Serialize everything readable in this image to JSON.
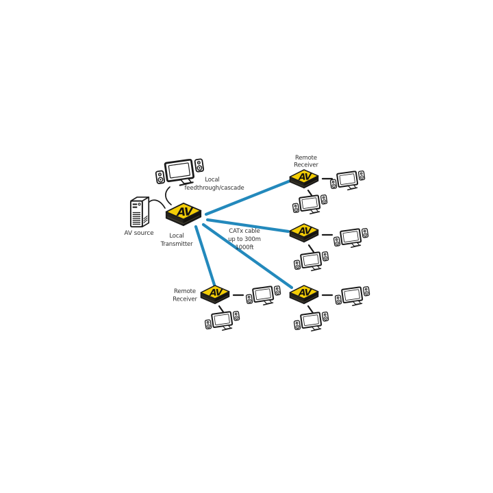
{
  "diagram": {
    "type": "network-topology",
    "branding": {
      "logo": "AV"
    },
    "source": {
      "label": "AV source",
      "device": "computer-tower"
    },
    "feedthrough": {
      "line1": "Local",
      "line2": "feedthrough/cascade",
      "device": "monitor-with-speakers"
    },
    "transmitter": {
      "line1": "Local",
      "line2": "Transmitter",
      "device": "av-extender-box"
    },
    "cable_note": {
      "line1": "CATx cable",
      "line2": "up to 300m",
      "line3": "1000ft"
    },
    "receiver_label": {
      "line1": "Remote",
      "line2": "Receiver"
    },
    "receivers": [
      {
        "position": "top-right",
        "labeled": true,
        "displays": 2
      },
      {
        "position": "middle-right",
        "labeled": false,
        "displays": 2
      },
      {
        "position": "bottom-left",
        "labeled": true,
        "displays": 2
      },
      {
        "position": "bottom-right",
        "labeled": false,
        "displays": 2
      }
    ],
    "connections": {
      "catx_links": 4,
      "style": "solid-blue"
    },
    "colors": {
      "cable_blue": "#2389bc",
      "device_yellow": "#f3cd06",
      "device_dark": "#26241c",
      "device_dark2": "#15130e",
      "outline": "#1a1a1a",
      "text": "#2f2f2f",
      "background": "#ffffff"
    }
  }
}
